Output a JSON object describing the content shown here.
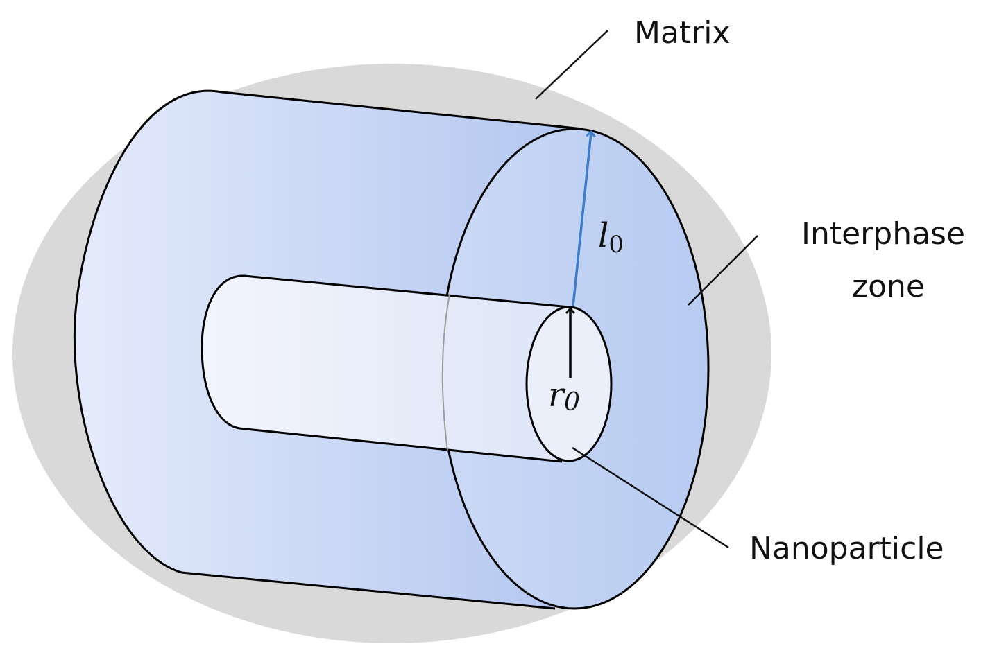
{
  "labels": {
    "matrix": "Matrix",
    "interphase_line1": "Interphase",
    "interphase_line2": "zone",
    "nanoparticle": "Nanoparticle"
  },
  "dimensions": {
    "interphase_thickness": {
      "symbol": "l",
      "subscript": "0"
    },
    "particle_radius": {
      "symbol": "r",
      "subscript": "0"
    }
  },
  "colors": {
    "matrix_fill": "#d9d9d9",
    "interphase_fill_light": "#e4ebfb",
    "interphase_fill_dark": "#b3c6f0",
    "interphase_face": "#c2d3f3",
    "nanoparticle_fill_light": "#f3f5fc",
    "nanoparticle_fill_dark": "#dde5f7",
    "outline": "#000000",
    "thickness_arrow": "#3d7cc9",
    "radius_arrow": "#000000"
  }
}
